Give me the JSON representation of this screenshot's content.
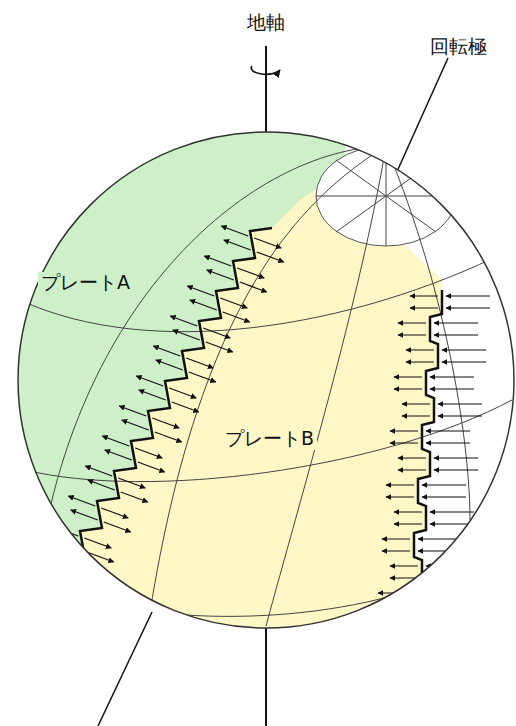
{
  "diagram": {
    "labels": [
      "地軸",
      "回転極",
      "プレートA",
      "プレートB"
    ]
  }
}
